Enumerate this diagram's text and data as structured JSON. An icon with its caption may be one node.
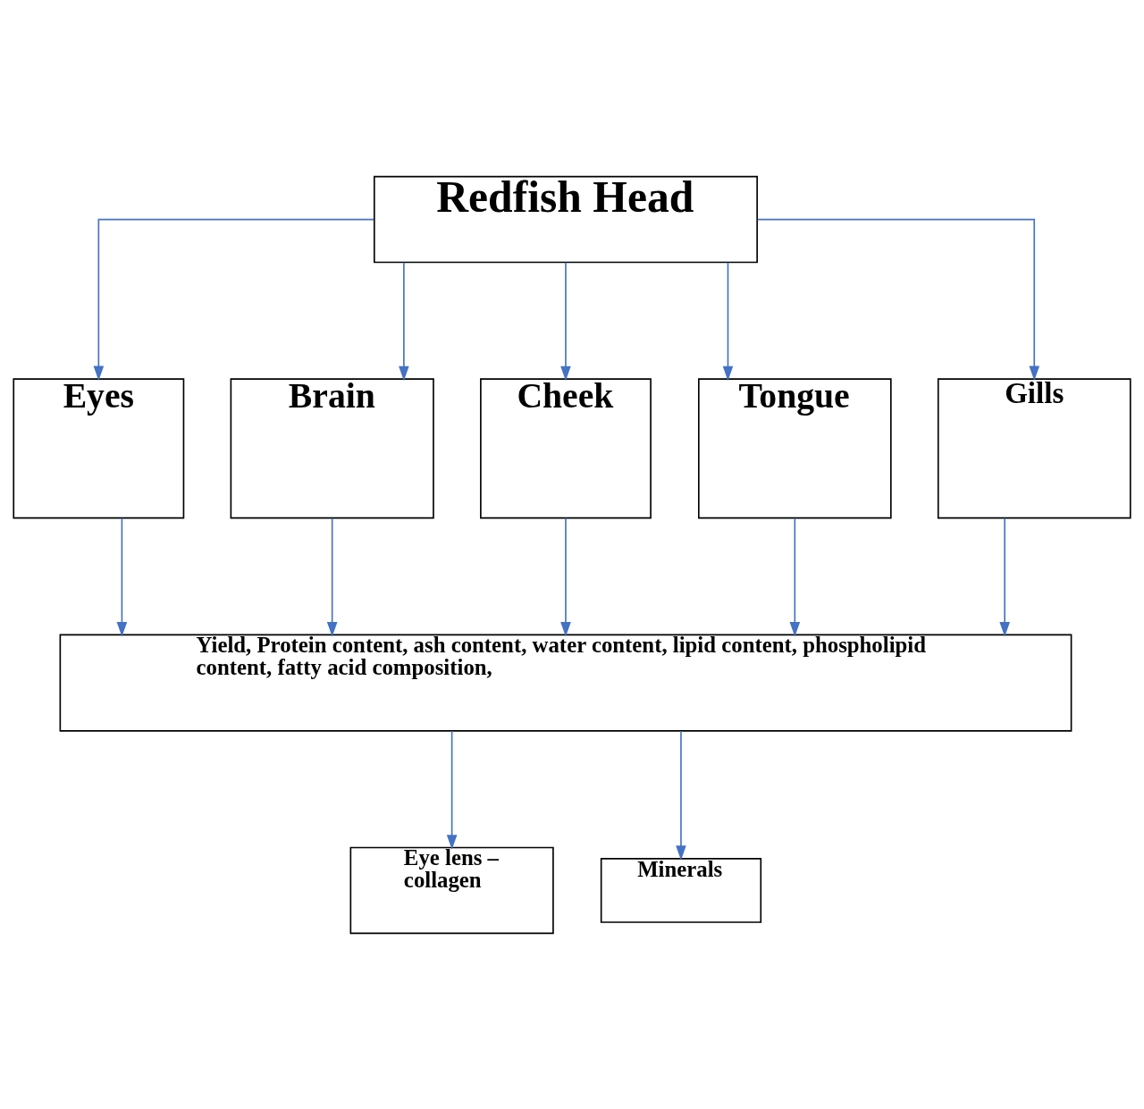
{
  "diagram": {
    "nodes": [
      {
        "text": [
          "Redfish Head"
        ]
      },
      {
        "text": [
          "Eyes"
        ]
      },
      {
        "text": [
          "Brain"
        ]
      },
      {
        "text": [
          "Cheek"
        ]
      },
      {
        "text": [
          "Tongue"
        ]
      },
      {
        "text": [
          "Gills"
        ]
      },
      {
        "text": [
          "Yield, Protein content, ash content, water content, lipid content, phospholipid content, fatty acid composition,"
        ]
      },
      {
        "text": [
          "Eye lens – collagen"
        ]
      },
      {
        "text": [
          "Minerals"
        ]
      }
    ],
    "edges": [
      {
        "from": 0,
        "to": 1,
        "arrow": "to"
      },
      {
        "from": 0,
        "to": 2,
        "arrow": "to"
      },
      {
        "from": 0,
        "to": 3,
        "arrow": "to"
      },
      {
        "from": 0,
        "to": 4,
        "arrow": "to"
      },
      {
        "from": 0,
        "to": 5,
        "arrow": "to"
      },
      {
        "from": 1,
        "to": 6,
        "arrow": "to"
      },
      {
        "from": 2,
        "to": 6,
        "arrow": "to"
      },
      {
        "from": 3,
        "to": 6,
        "arrow": "to"
      },
      {
        "from": 4,
        "to": 6,
        "arrow": "to"
      },
      {
        "from": 5,
        "to": 6,
        "arrow": "to"
      },
      {
        "from": 6,
        "to": 7,
        "arrow": "to"
      },
      {
        "from": 6,
        "to": 8,
        "arrow": "to"
      }
    ]
  }
}
